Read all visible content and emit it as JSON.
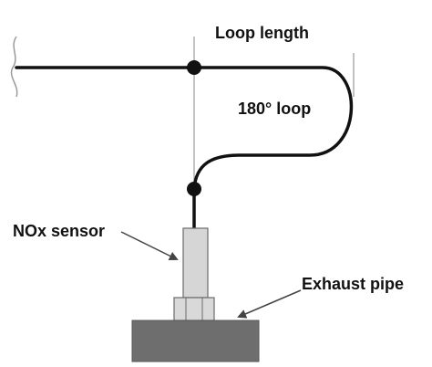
{
  "labels": {
    "loop_length": "Loop length",
    "loop_180": "180° loop",
    "nox_sensor": "NOx sensor",
    "exhaust_pipe": "Exhaust pipe"
  },
  "colors": {
    "line": "#111111",
    "guide": "#9a9a9a",
    "sensor_body": "#d6d6d6",
    "nut": "#d9d9d9",
    "pipe": "#6e6e6e",
    "arrow": "#444444"
  }
}
